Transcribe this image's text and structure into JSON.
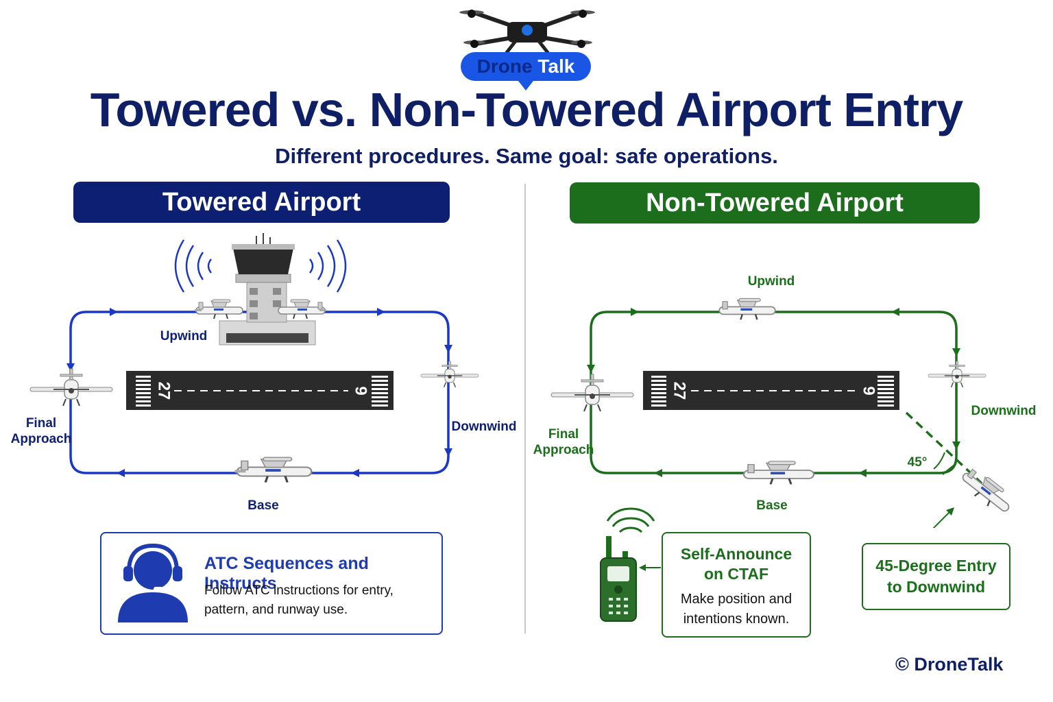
{
  "brand": {
    "logo_word1": "Drone",
    "logo_word2": "Talk",
    "copyright": "© DroneTalk"
  },
  "header": {
    "title": "Towered vs. Non-Towered Airport Entry",
    "subtitle": "Different procedures. Same goal: safe operations."
  },
  "towered": {
    "banner": "Towered Airport",
    "runway_left_number": "27",
    "runway_right_number": "9",
    "labels": {
      "upwind": "Upwind",
      "downwind": "Downwind",
      "base": "Base",
      "final_line1": "Final",
      "final_line2": "Approach"
    },
    "info": {
      "title": "ATC Sequences and Instructs",
      "body": "Follow ATC instructions for entry, pattern, and runway use."
    }
  },
  "non_towered": {
    "banner": "Non-Towered Airport",
    "runway_left_number": "27",
    "runway_right_number": "9",
    "labels": {
      "upwind": "Upwind",
      "downwind": "Downwind",
      "base": "Base",
      "final_line1": "Final",
      "final_line2": "Approach",
      "angle": "45°"
    },
    "ctaf": {
      "title_line1": "Self-Announce",
      "title_line2": "on CTAF",
      "body_line1": "Make position and",
      "body_line2": "intentions known."
    },
    "entry": {
      "line1": "45-Degree Entry",
      "line2": "to Downwind"
    }
  },
  "colors": {
    "navy": "#0d1f73",
    "blue": "#1e3bb0",
    "green": "#1c6e1c",
    "runway": "#2b2b2b"
  }
}
